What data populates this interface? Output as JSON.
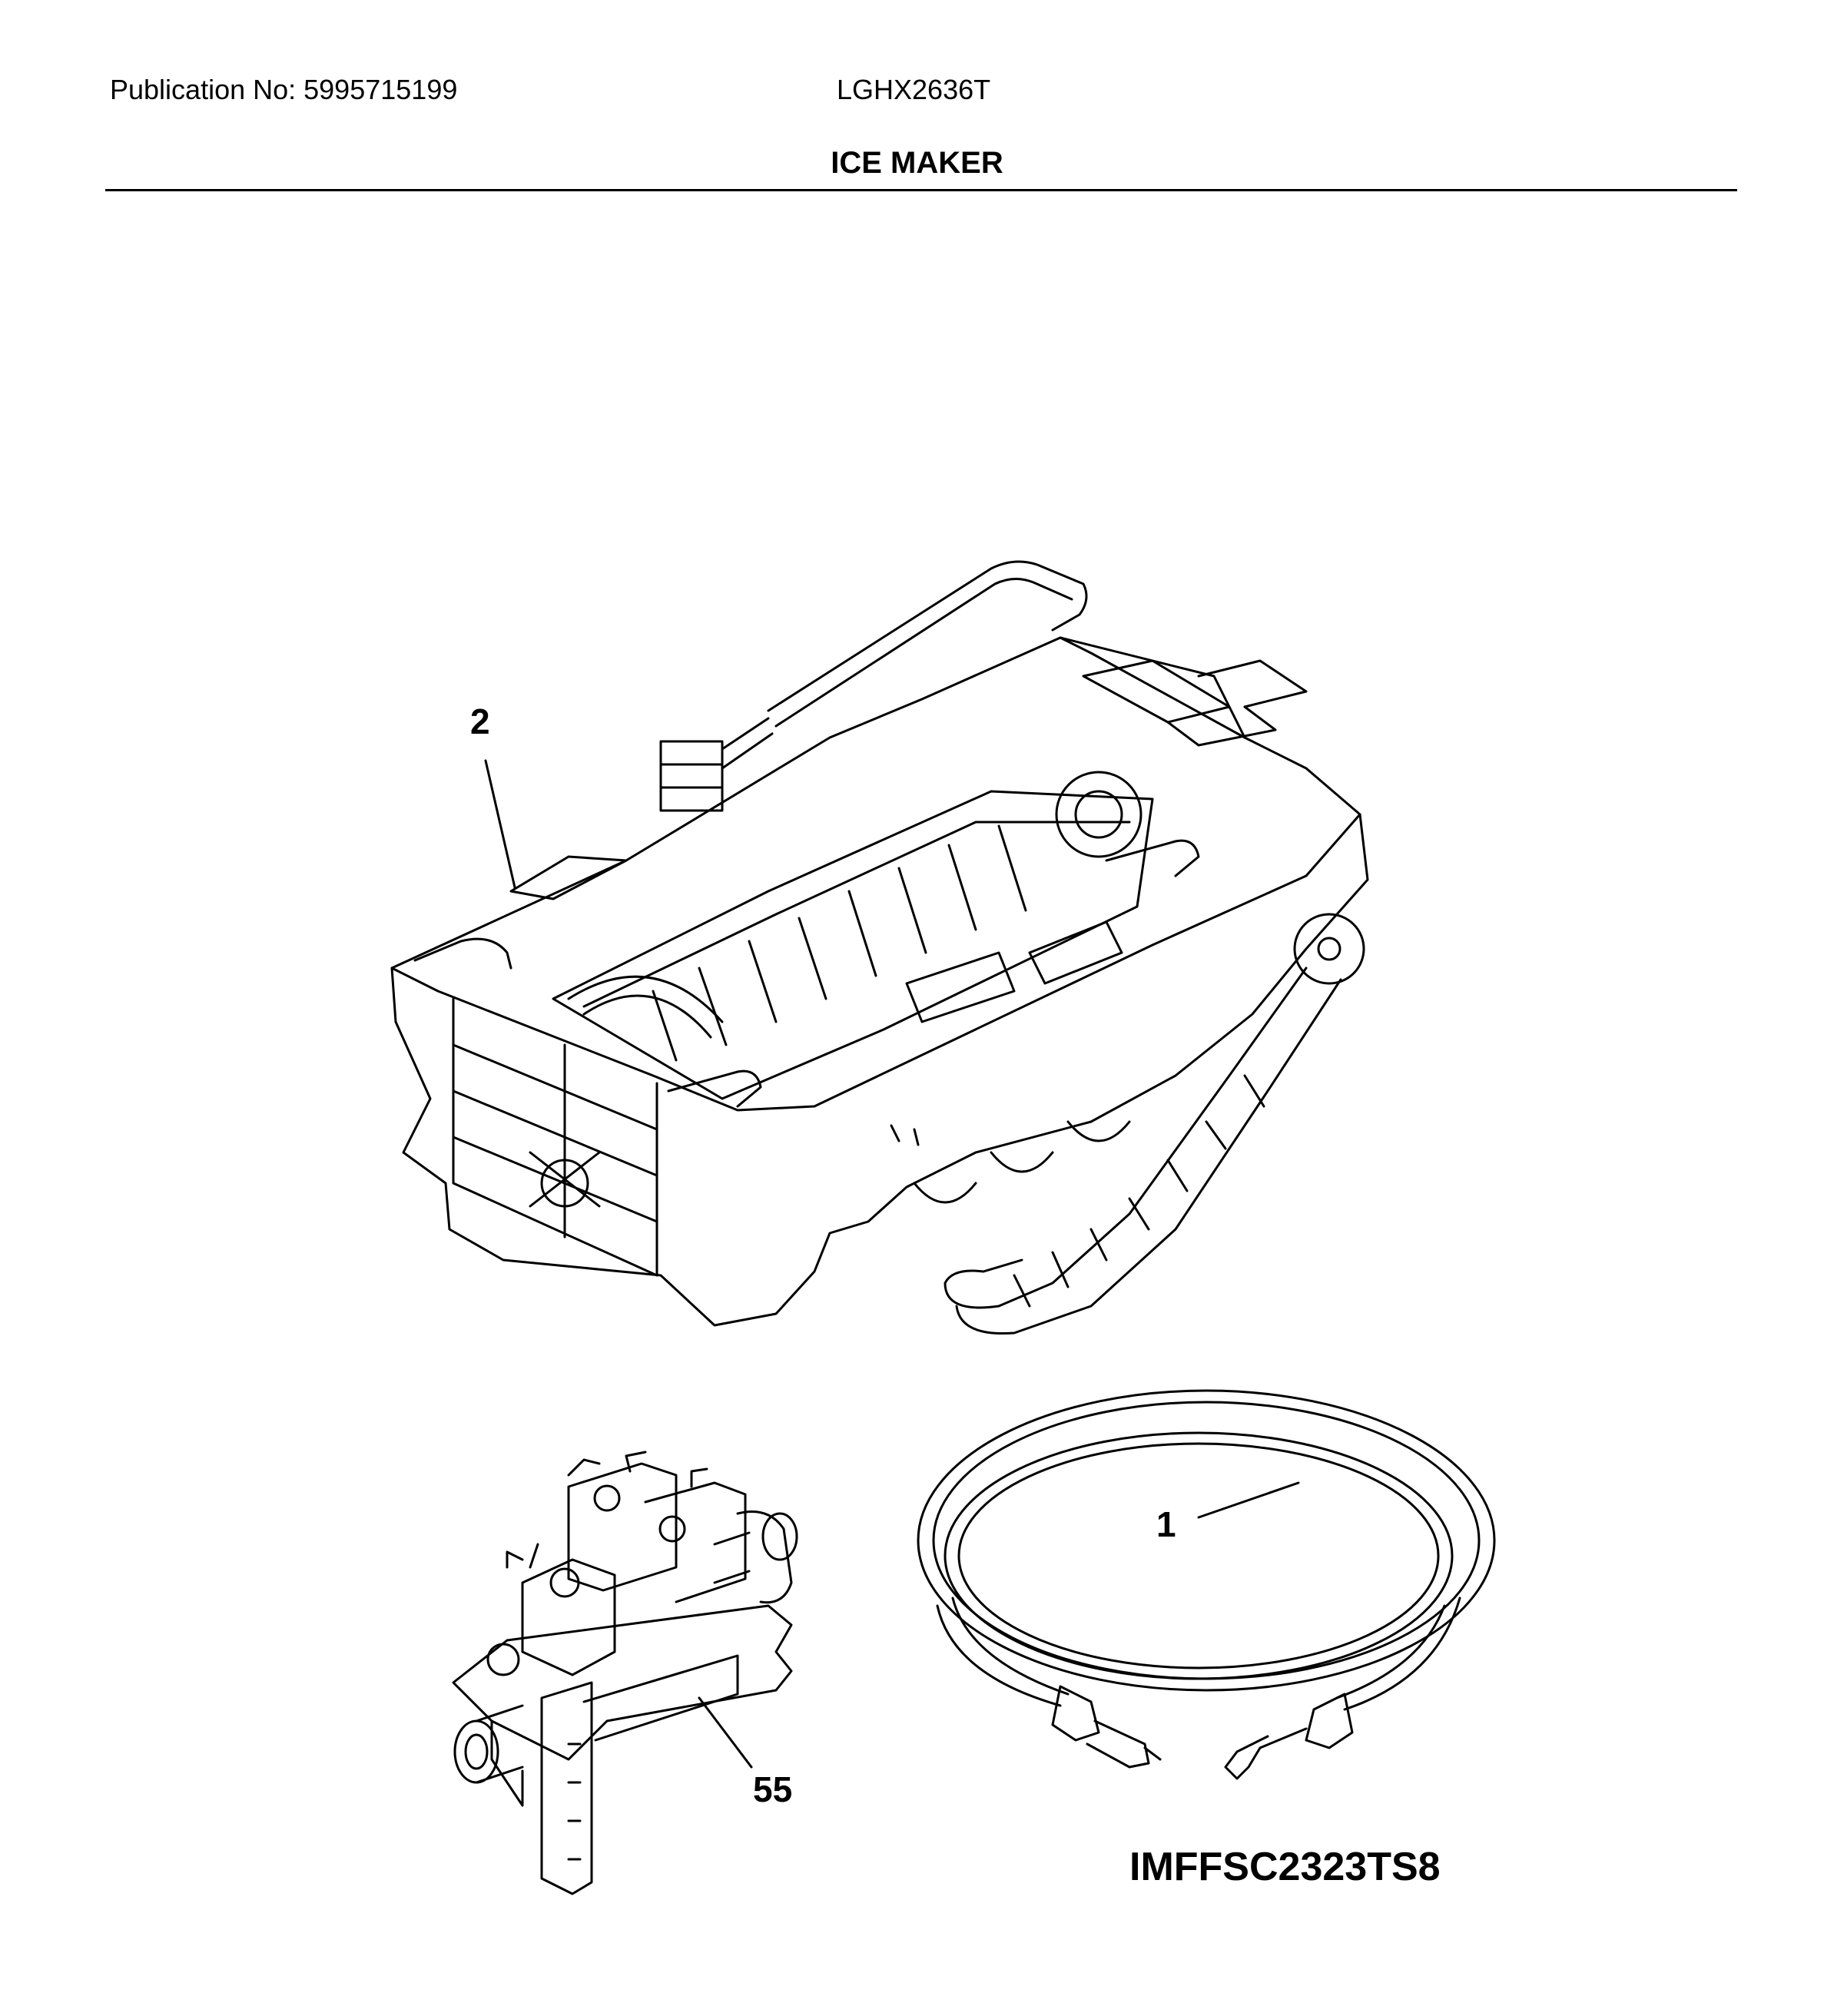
{
  "header": {
    "publication": "Publication No: 5995715199",
    "model": "LGHX2636T",
    "section_title": "ICE MAKER"
  },
  "callouts": {
    "ice_maker": "2",
    "water_line": "1",
    "water_valve": "55"
  },
  "diagram_code": "IMFFSC2323TS8"
}
